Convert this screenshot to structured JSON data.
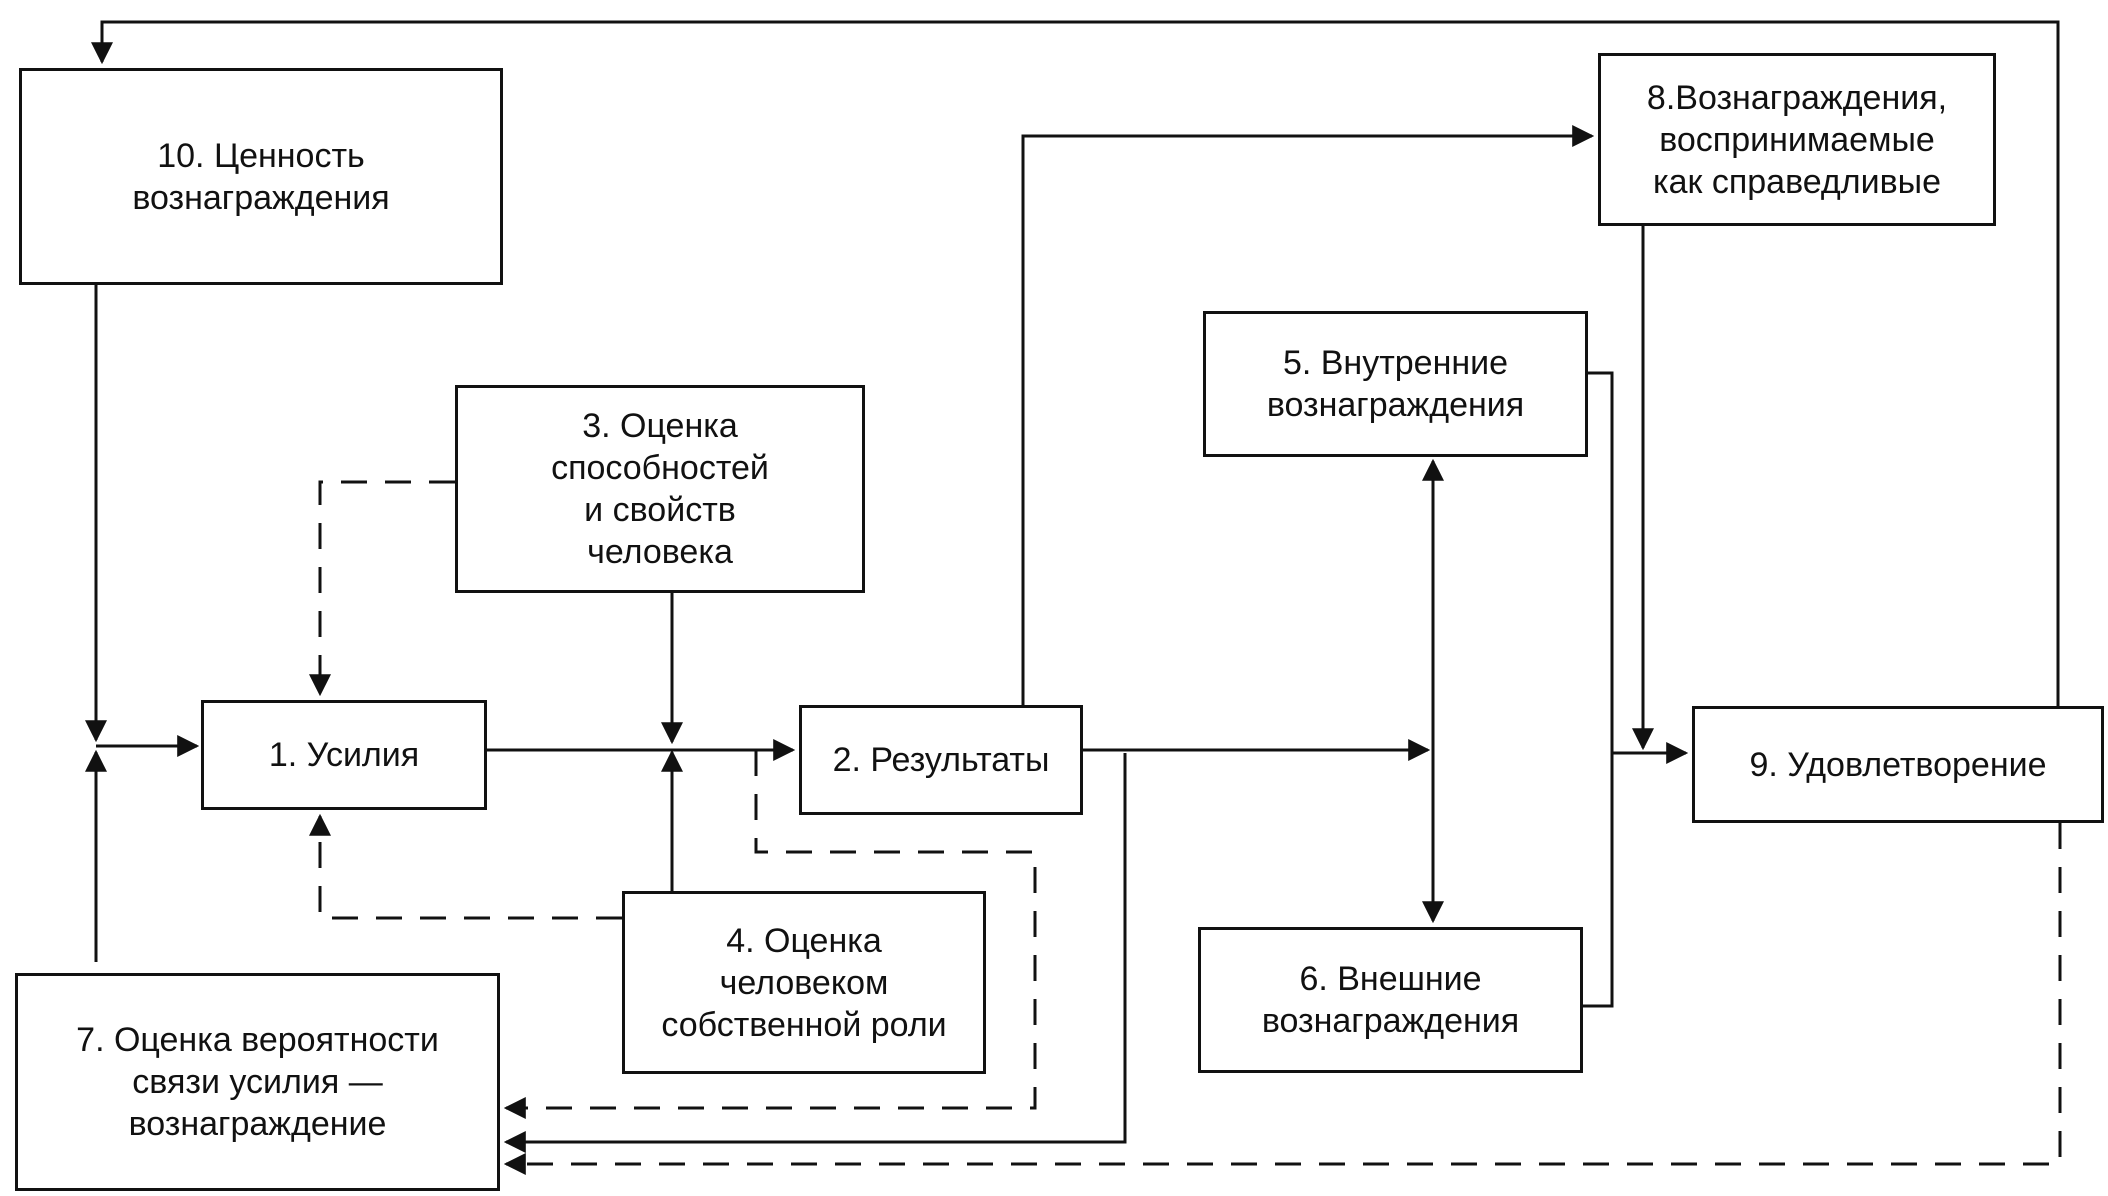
{
  "boxes": {
    "value": "10. Ценность\nвознаграждения",
    "abilities": "3. Оценка\nспособностей\nи свойств\nчеловека",
    "effort": "1. Усилия",
    "results": "2. Результаты",
    "role": "4. Оценка\nчеловеком\nсобственной роли",
    "probability": "7. Оценка вероятности\nсвязи усилия —\nвознаграждение",
    "fair_rewards": "8.Вознаграждения,\nвоспринимаемые\nкак справедливые",
    "internal_rewards": "5. Внутренние\nвознаграждения",
    "external_rewards": "6. Внешние\nвознаграждения",
    "satisfaction": "9. Удовлетворение"
  }
}
